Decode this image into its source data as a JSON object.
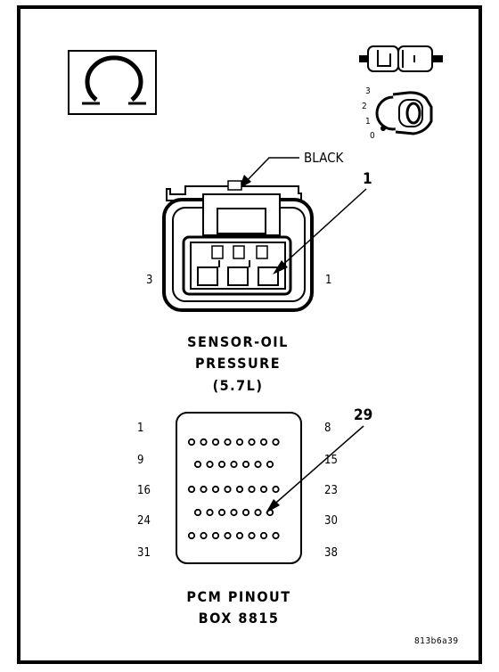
{
  "symbol": {
    "name": "omega-symbol"
  },
  "legend_icons": {
    "connector_icon": "connector-icon",
    "key_icon": "ignition-key-icon",
    "key_positions": [
      "3",
      "2",
      "1",
      "0"
    ]
  },
  "oil_sensor": {
    "wire_color_label": "BLACK",
    "callout_number": "1",
    "pin_left": "3",
    "pin_right": "1",
    "title_lines": [
      "SENSOR-OIL",
      "PRESSURE",
      "(5.7L)"
    ]
  },
  "pcm": {
    "callout_number": "29",
    "row_left_labels": [
      "1",
      "9",
      "16",
      "24",
      "31"
    ],
    "row_right_labels": [
      "8",
      "15",
      "23",
      "30",
      "38"
    ],
    "row_pin_counts": [
      8,
      7,
      8,
      7,
      8
    ],
    "highlighted_pin": 29,
    "title_lines": [
      "PCM PINOUT",
      "BOX 8815"
    ]
  },
  "figure_id": "813b6a39"
}
